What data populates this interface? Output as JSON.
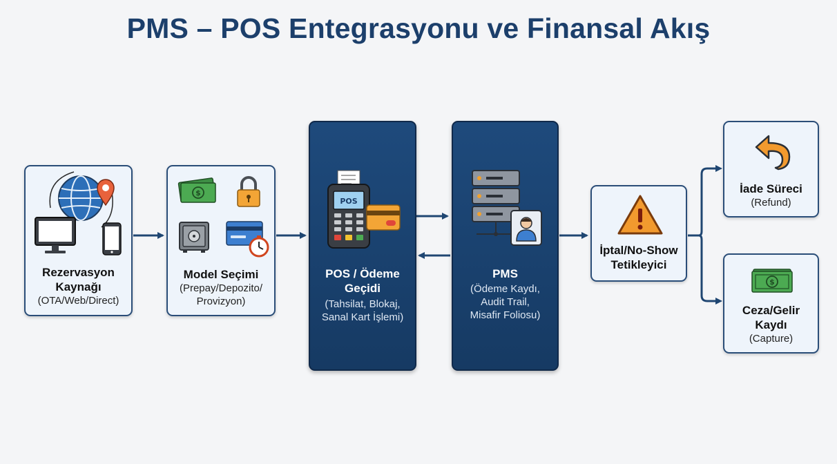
{
  "title": "PMS – POS Entegrasyonu ve Finansal Akış",
  "nodes": {
    "reservation": {
      "title": [
        "Rezervasyon",
        "Kaynağı"
      ],
      "detail": [
        "(OTA/Web/Direct)"
      ]
    },
    "model": {
      "title": [
        "Model Seçimi"
      ],
      "detail": [
        "(Prepay/Depozito/",
        "Provizyon)"
      ]
    },
    "pos": {
      "title": [
        "POS / Ödeme",
        "Geçidi"
      ],
      "detail": [
        "(Tahsilat, Blokaj,",
        "Sanal Kart İşlemi)"
      ],
      "screen_text": "POS"
    },
    "pms": {
      "title": [
        "PMS"
      ],
      "detail": [
        "(Ödeme Kaydı,",
        "Audit Trail,",
        "Misafir Foliosu)"
      ]
    },
    "trigger": {
      "title": [
        "İptal/No-Show",
        "Tetikleyici"
      ]
    },
    "refund": {
      "title": [
        "İade Süreci"
      ],
      "detail": [
        "(Refund)"
      ]
    },
    "capture": {
      "title": [
        "Ceza/Gelir",
        "Kaydı"
      ],
      "detail": [
        "(Capture)"
      ]
    }
  },
  "colors": {
    "title": "#1c3f6b",
    "dark_box": "#1e4a7c",
    "arrow": "#1f4672",
    "light_box": "#eef4fb"
  },
  "icons": [
    "globe-icon",
    "location-pin-icon",
    "monitor-icon",
    "smartphone-icon",
    "money-icon",
    "lock-icon",
    "safe-icon",
    "credit-card-icon",
    "clock-icon",
    "pos-terminal-icon",
    "server-icon",
    "user-icon",
    "warning-icon",
    "return-arrow-icon"
  ]
}
